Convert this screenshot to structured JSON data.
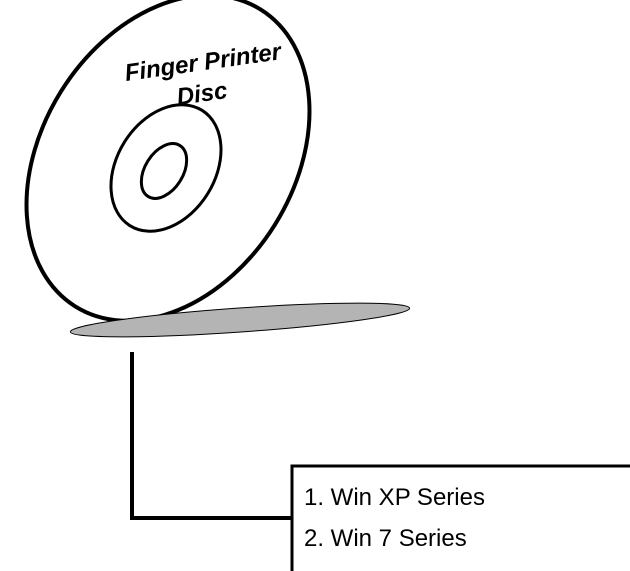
{
  "disc": {
    "title_line1": "Finger Printer",
    "title_line2": "Disc"
  },
  "os_list": {
    "items": [
      "1. Win XP Series",
      "2. Win 7 Series"
    ]
  },
  "colors": {
    "outline": "#000000",
    "shadow_fill": "#b4b4b4",
    "background": "#ffffff"
  }
}
